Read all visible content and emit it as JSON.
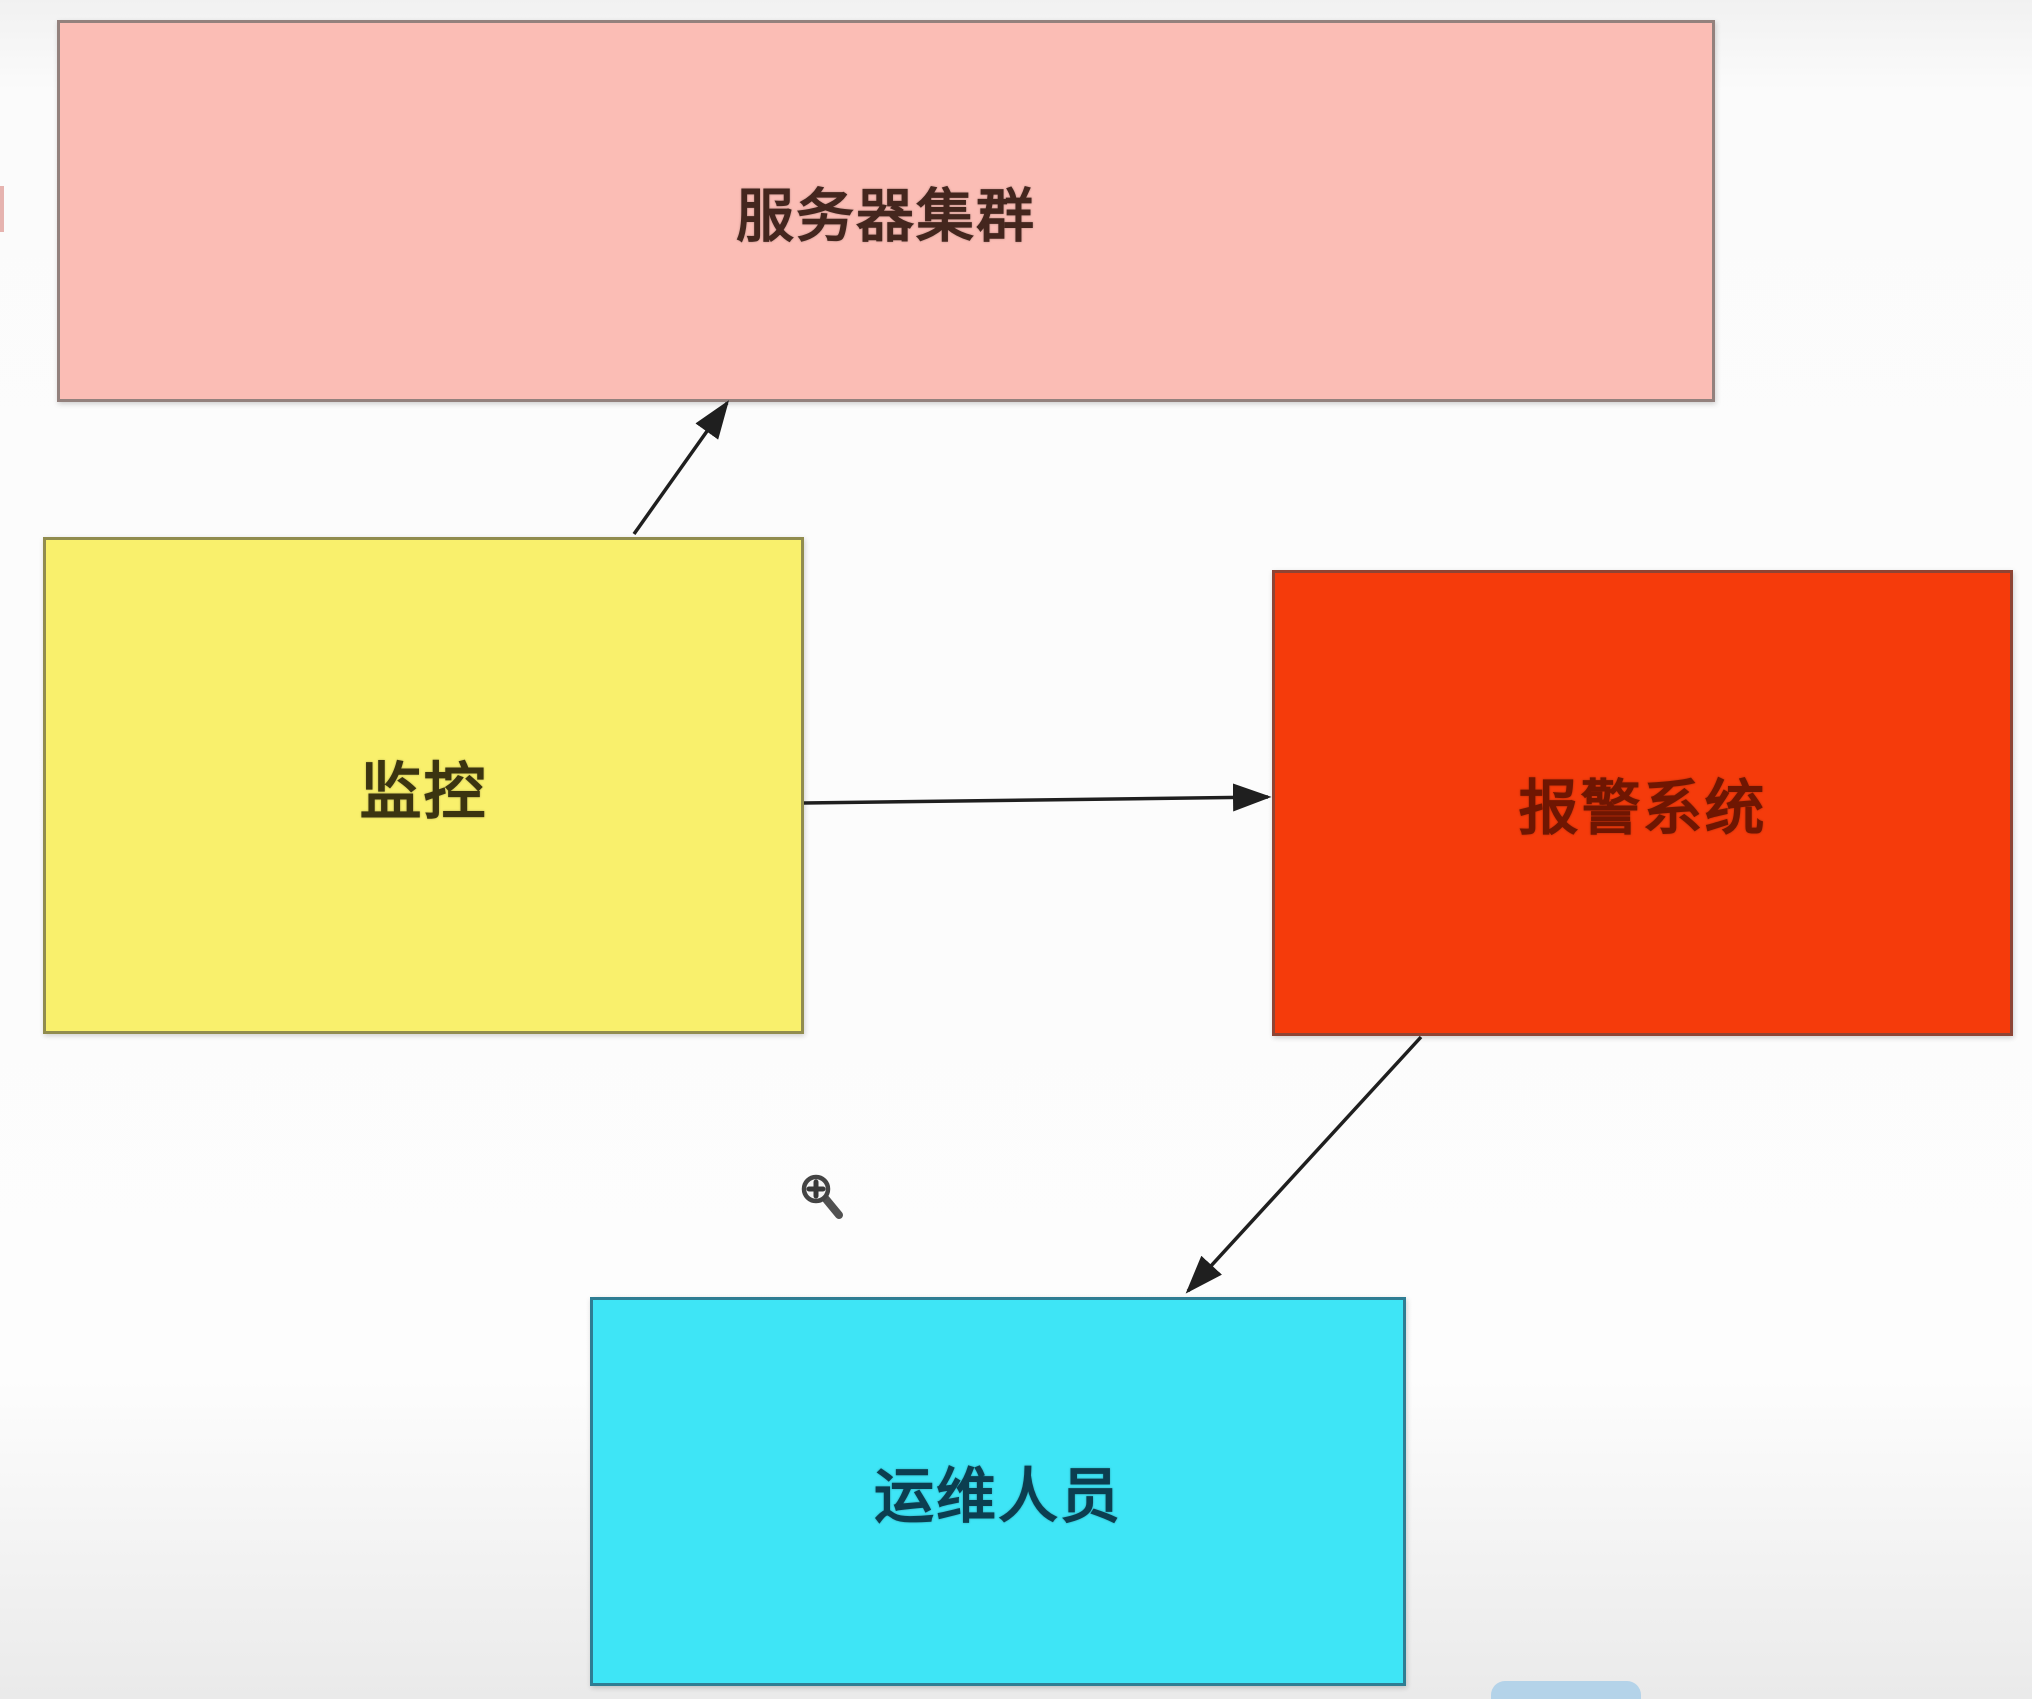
{
  "diagram": {
    "type": "flow-diagram",
    "nodes": [
      {
        "id": "server-cluster",
        "label": "服务器集群",
        "fill": "#fbbdb5",
        "border_color": "#93817d",
        "text_color": "#44261e"
      },
      {
        "id": "monitoring",
        "label": "监控",
        "fill": "#f9f06c",
        "border_color": "#918c4e",
        "text_color": "#3b3410"
      },
      {
        "id": "alarm-system",
        "label": "报警系统",
        "fill": "#f53b0b",
        "border_color": "#8e4434",
        "text_color": "#6f1602"
      },
      {
        "id": "ops-staff",
        "label": "运维人员",
        "fill": "#3ee5f6",
        "border_color": "#2e7d93",
        "text_color": "#0c3e50"
      }
    ],
    "edges": [
      {
        "id": "monitoring-to-server-cluster",
        "from": "monitoring",
        "to": "server-cluster"
      },
      {
        "id": "monitoring-to-alarm-system",
        "from": "monitoring",
        "to": "alarm-system"
      },
      {
        "id": "alarm-system-to-ops-staff",
        "from": "alarm-system",
        "to": "ops-staff"
      }
    ],
    "arrow_color": "#1f1f1f",
    "cursor": {
      "name": "zoom-in-cursor"
    }
  }
}
